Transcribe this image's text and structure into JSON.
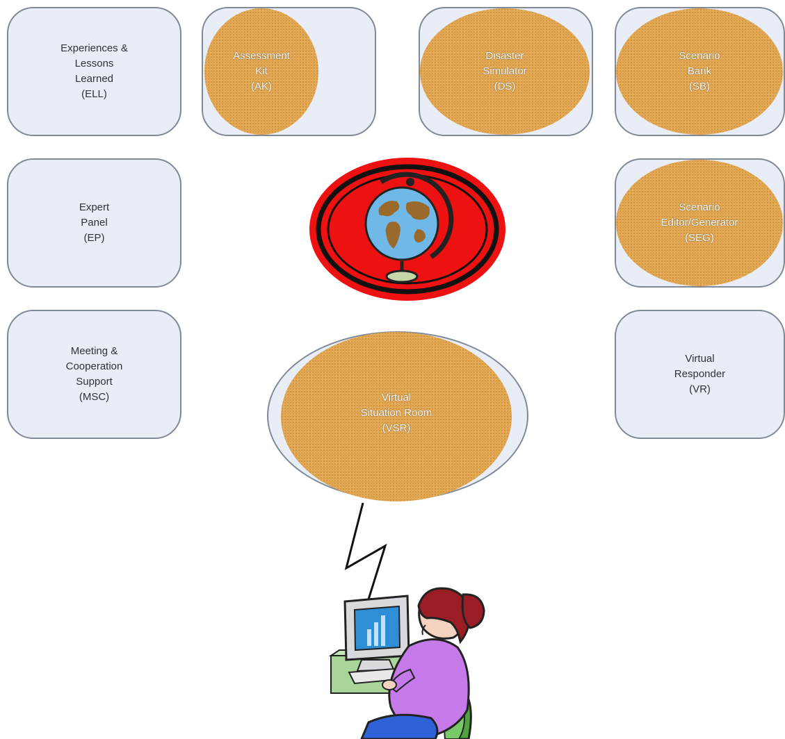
{
  "modules": {
    "ell": [
      "Experiences &",
      "Lessons",
      "Learned",
      "(ELL)"
    ],
    "ak": [
      "Assessment",
      "Kit",
      "(AK)"
    ],
    "ds": [
      "Disaster",
      "Simulator",
      "(DS)"
    ],
    "sb": [
      "Scenario",
      "Bank",
      "(SB)"
    ],
    "ep": [
      "Expert",
      "Panel",
      "(EP)"
    ],
    "seg": [
      "Scenario",
      "Editor/Generator",
      "(SEG)"
    ],
    "msc": [
      "Meeting &",
      "Cooperation",
      "Support",
      "(MSC)"
    ],
    "vr": [
      "Virtual",
      "Responder",
      "(VR)"
    ],
    "vsr": [
      "Virtual",
      "Situation Room",
      "(VSR)"
    ]
  },
  "colors": {
    "module_fill": "#e9edf6",
    "module_border": "#7f8a96",
    "highlight_fill": "#e2a650",
    "globe_ring": "#ee1111"
  },
  "icons": {
    "center": "globe-icon",
    "user": "user-at-computer-icon",
    "link": "lightning-link-icon"
  }
}
